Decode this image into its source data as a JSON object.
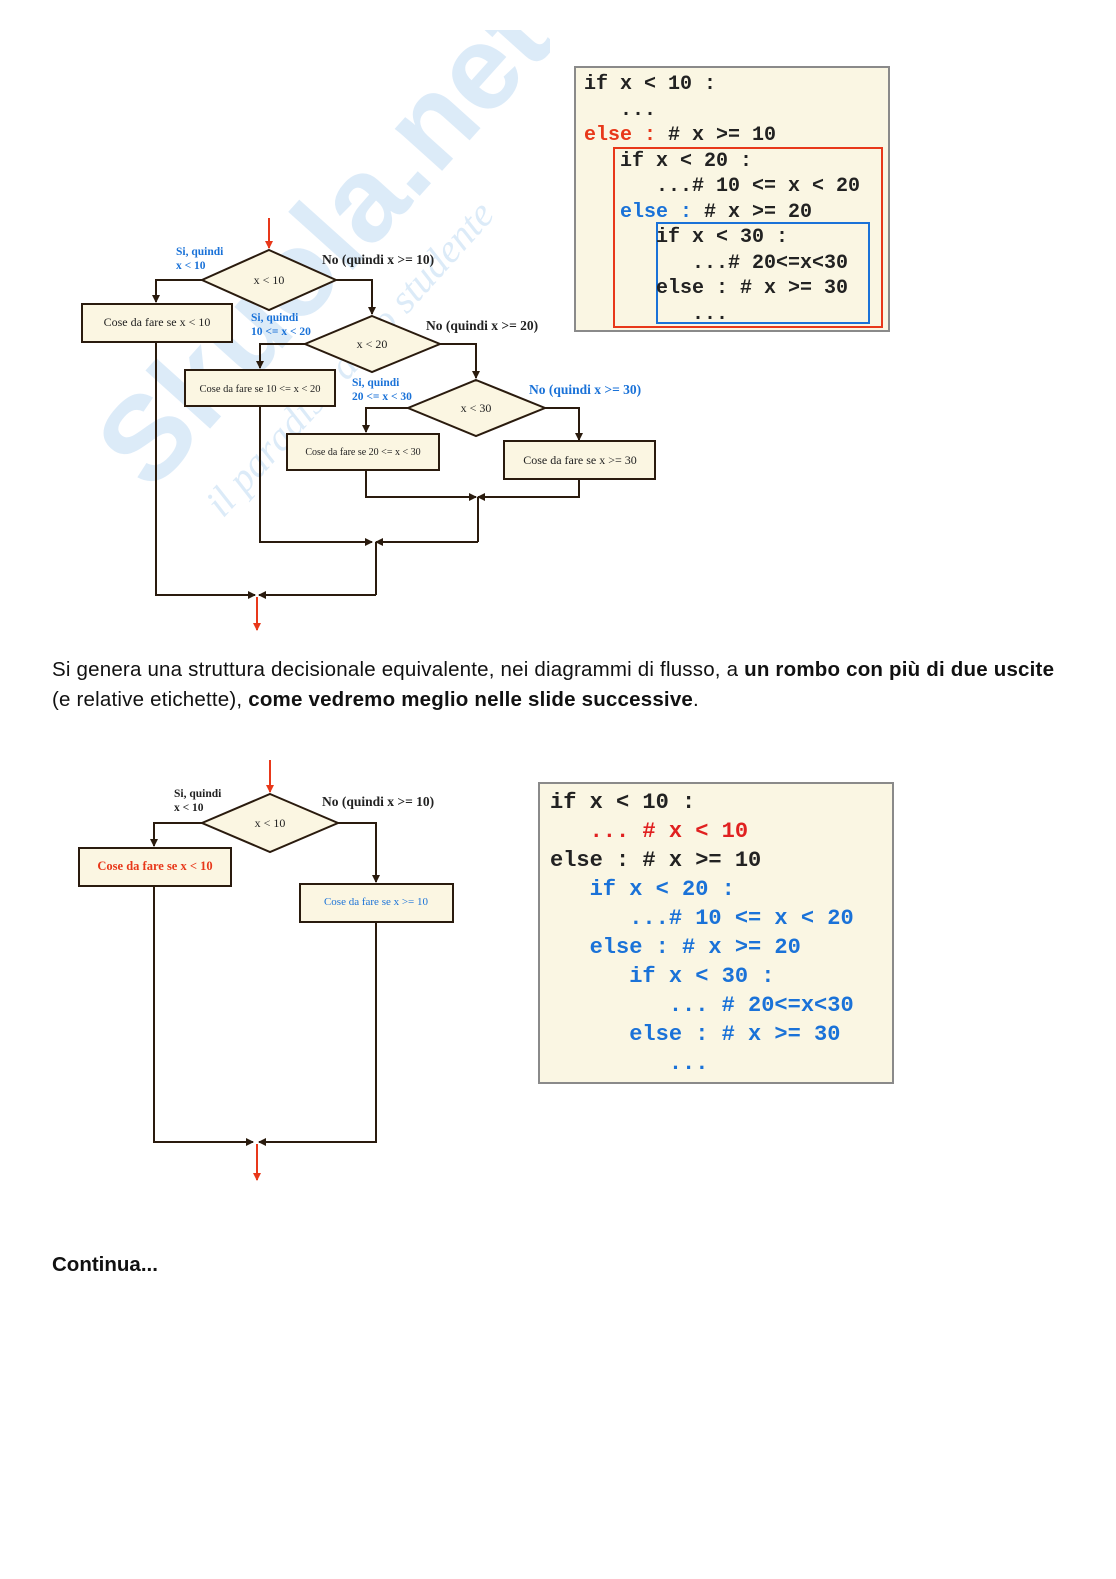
{
  "watermark": {
    "brand": "Skuola.net",
    "tagline": "il paradiso dello studente"
  },
  "flowchart1": {
    "cond1": "x < 10",
    "cond1_yes": [
      "Si, quindi",
      "x < 10"
    ],
    "cond1_no": "No (quindi x >= 10)",
    "box1": "Cose da fare se x < 10",
    "cond2": "x < 20",
    "cond2_yes": [
      "Si, quindi",
      "10 <= x < 20"
    ],
    "cond2_no": "No (quindi x >= 20)",
    "box2": "Cose da fare se 10 <= x < 20",
    "cond3": "x < 30",
    "cond3_yes": [
      "Si, quindi",
      "20 <= x < 30"
    ],
    "cond3_no": "No (quindi x >= 30)",
    "box3": "Cose da fare se 20 <= x < 30",
    "box4": "Cose da fare se x >= 30"
  },
  "code1": {
    "l1": "if x < 10 :",
    "l2": "   ...",
    "l3a": "else :",
    "l3b": " # x >= 10",
    "l4": "   if x < 20 :",
    "l5": "      ...# 10 <= x < 20",
    "l6a": "   else :",
    "l6b": " # x >= 20",
    "l7": "      if x < 30 :",
    "l8": "         ...# 20<=x<30",
    "l9": "      else : # x >= 30",
    "l10": "         ..."
  },
  "paragraph": {
    "p1": "Si genera una struttura decisionale equivalente, nei diagrammi di flusso, a ",
    "b1": "un rombo con più di due uscite",
    "p2": " (e relative etichette), ",
    "b2": "come vedremo meglio nelle slide successive",
    "p3": "."
  },
  "flowchart2": {
    "cond": "x < 10",
    "yes": [
      "Si, quindi",
      "x < 10"
    ],
    "no": "No (quindi x >= 10)",
    "box_yes": "Cose da fare se x < 10",
    "box_no": "Cose da fare se x >= 10"
  },
  "code2": {
    "l1": "if x < 10 :",
    "l2": "   ... # x < 10",
    "l3": "else : # x >= 10",
    "l4": "   if x < 20 :",
    "l5": "      ...# 10 <= x < 20",
    "l6": "   else : # x >= 20",
    "l7": "      if x < 30 :",
    "l8": "         ... # 20<=x<30",
    "l9": "      else : # x >= 30",
    "l10": "         ..."
  },
  "footer": {
    "continua": "Continua..."
  },
  "colors": {
    "accent_red": "#e8381a",
    "accent_blue": "#1a72d8",
    "code_bg": "#faf6e3",
    "box_bg": "#fbf6e2"
  }
}
